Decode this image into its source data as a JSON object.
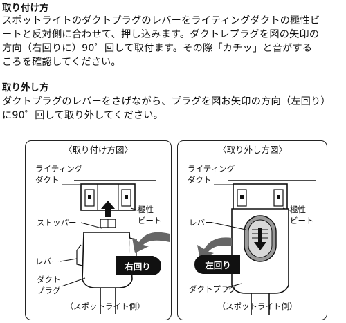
{
  "install": {
    "heading": "取り付け方",
    "lines": [
      "スポットライトのダクトプラグのレバーをライティングダクトの極性ビ",
      "ートと反対側に合わせて、押し込みます。ダクトレプラグを図の矢印の",
      "方向（右回りに）90゜回して取付ます。その際「カチッ」と音がする",
      "ころを確認してください。"
    ]
  },
  "removal": {
    "heading": "取り外し方",
    "lines": [
      "ダクトプラグのレバーをさげながら、プラグを図お矢印の方向（左回り）",
      "に90゜回して取り外してください。"
    ]
  },
  "diagram_left": {
    "title": "〈取り付け方図〉",
    "duct_label_1": "ライティング",
    "duct_label_2": "ダクト",
    "polarity_1": "極性",
    "polarity_2": "ビート",
    "stopper": "ストッパー",
    "lever": "レバー",
    "plug_1": "ダクト",
    "plug_2": "プラグ",
    "direction": "右回り",
    "footer": "（スポットライト側）"
  },
  "diagram_right": {
    "title": "〈取り外し方図〉",
    "duct_label_1": "ライティング",
    "duct_label_2": "ダクト",
    "polarity_1": "極性",
    "polarity_2": "ビート",
    "lever": "レバー",
    "direction": "左回り",
    "plug": "ダクトプラグ",
    "footer": "（スポットライト側）"
  },
  "colors": {
    "text": "#111111",
    "arrow_gray": "#555555",
    "lever_gray": "#9a9a9a"
  }
}
